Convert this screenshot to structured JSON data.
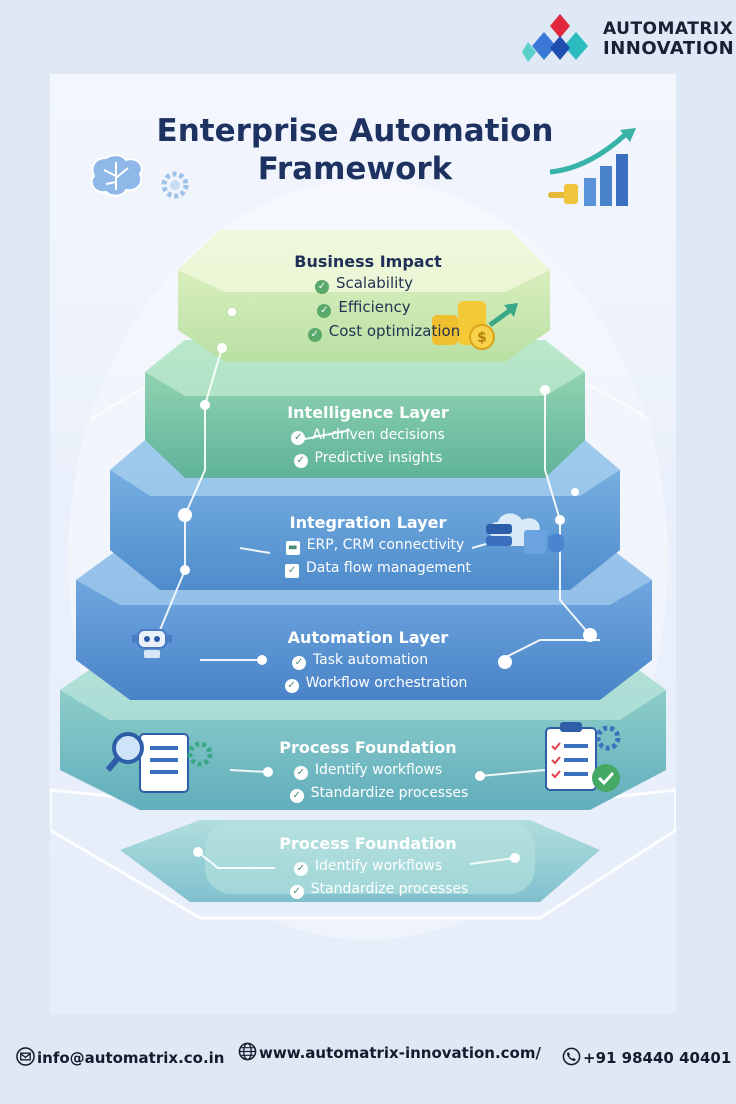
{
  "brand": {
    "line1": "AUTOMATRIX",
    "line2": "INNOVATION"
  },
  "title": {
    "line1": "Enterprise Automation",
    "line2": "Framework"
  },
  "tiers": [
    {
      "title": "Business Impact",
      "items": [
        "Scalability",
        "Efficiency",
        "Cost optimization"
      ]
    },
    {
      "title": "Intelligence Layer",
      "items": [
        "AI-driven decisions",
        "Predictive insights"
      ]
    },
    {
      "title": "Integration Layer",
      "items": [
        "ERP, CRM connectivity",
        "Data flow management"
      ]
    },
    {
      "title": "Automation Layer",
      "items": [
        "Task automation",
        "Workflow orchestration"
      ]
    },
    {
      "title": "Process Foundation",
      "items": [
        "Identify workflows",
        "Standardize processes"
      ]
    },
    {
      "title": "Process Foundation",
      "items": [
        "Identify workflows",
        "Standardize processes"
      ]
    }
  ],
  "footer": {
    "email": "info@automatrix.co.in",
    "website": "www.automatrix-innovation.com/",
    "phone": "+91 98440 40401"
  },
  "colors": {
    "title": "#1e3262",
    "tier_top": "#cfe9b0",
    "tier_green": "#79c8a8",
    "tier_blue": "#5f9fd6",
    "background": "#dfe8f5"
  },
  "icons": [
    "brain-icon",
    "gear-icon",
    "bar-chart-icon",
    "coins-icon",
    "cloud-database-icon",
    "robot-icon",
    "search-document-icon",
    "checklist-icon",
    "email-icon",
    "globe-icon",
    "phone-icon"
  ]
}
